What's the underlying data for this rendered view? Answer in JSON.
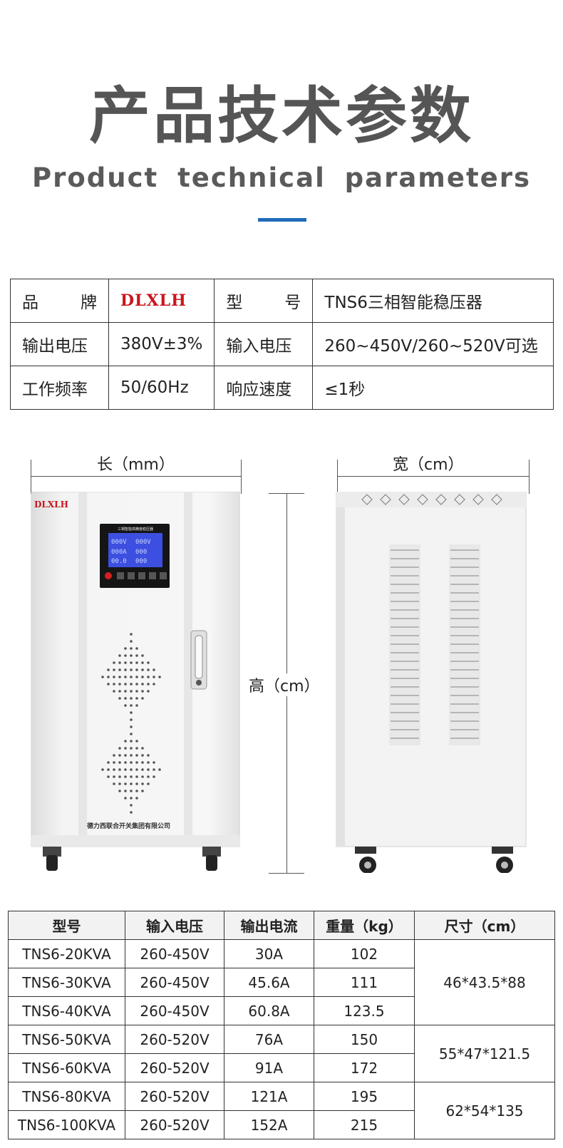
{
  "header": {
    "title_cn": "产品技术参数",
    "title_en": "Product technical parameters"
  },
  "spec": {
    "brand_label": [
      "品",
      "牌"
    ],
    "brand_value": "DLXLH",
    "model_label": [
      "型",
      "号"
    ],
    "model_value": "TNS6三相智能稳压器",
    "output_voltage_label": "输出电压",
    "output_voltage_value": "380V±3%",
    "input_voltage_label": "输入电压",
    "input_voltage_value": "260~450V/260~520V可选",
    "frequency_label": "工作频率",
    "frequency_value": "50/60Hz",
    "response_label": "响应速度",
    "response_value": "≤1秒"
  },
  "drawing": {
    "length_label": "长（mm）",
    "width_label": "宽（cm）",
    "height_label": "高（cm）",
    "front_logo": "DLXLH",
    "panel_title": "三相智能高精度稳压器",
    "company_text": "德力西联合开关集团有限公司"
  },
  "table": {
    "headers": [
      "型号",
      "输入电压",
      "输出电流",
      "重量（kg）",
      "尺寸（cm）"
    ],
    "rows": [
      {
        "model": "TNS6-20KVA",
        "input": "260-450V",
        "current": "30A",
        "weight": "102"
      },
      {
        "model": "TNS6-30KVA",
        "input": "260-450V",
        "current": "45.6A",
        "weight": "111"
      },
      {
        "model": "TNS6-40KVA",
        "input": "260-450V",
        "current": "60.8A",
        "weight": "123.5"
      },
      {
        "model": "TNS6-50KVA",
        "input": "260-520V",
        "current": "76A",
        "weight": "150"
      },
      {
        "model": "TNS6-60KVA",
        "input": "260-520V",
        "current": "91A",
        "weight": "172"
      },
      {
        "model": "TNS6-80KVA",
        "input": "260-520V",
        "current": "121A",
        "weight": "195"
      },
      {
        "model": "TNS6-100KVA",
        "input": "260-520V",
        "current": "152A",
        "weight": "215"
      }
    ],
    "sizes": [
      "46*43.5*88",
      "55*47*121.5",
      "62*54*135"
    ]
  }
}
